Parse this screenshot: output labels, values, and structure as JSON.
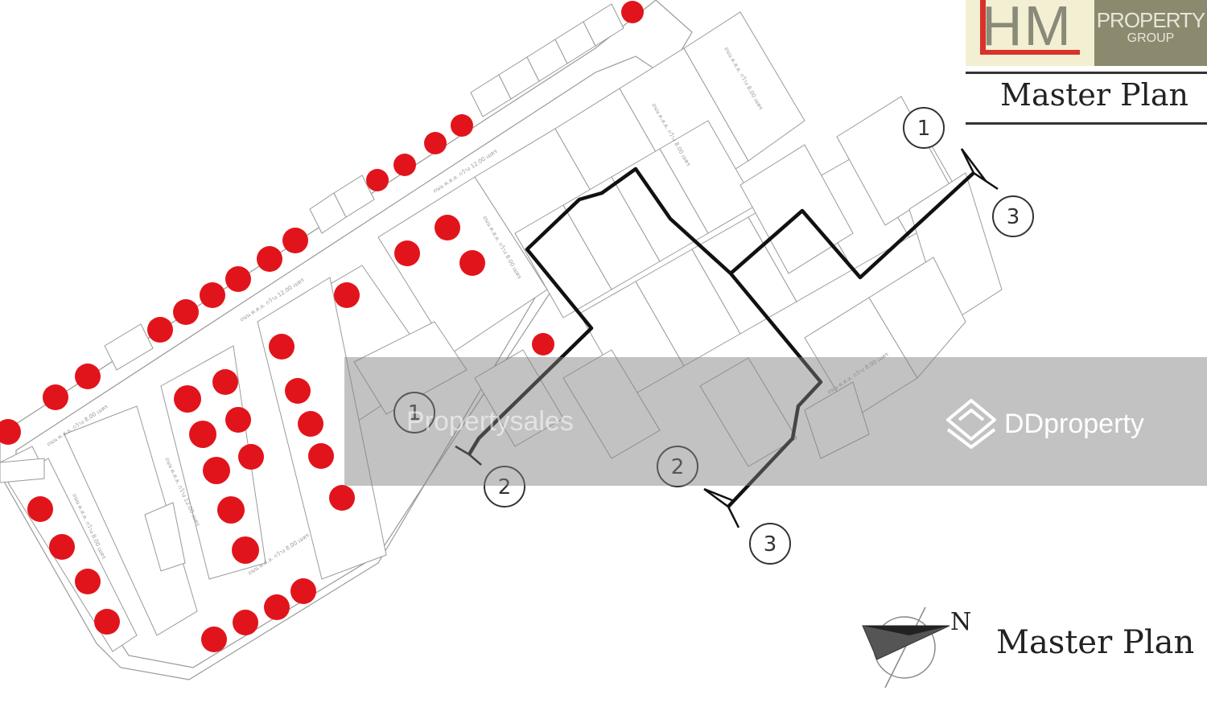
{
  "branding": {
    "logo_left": "HM",
    "logo_right_line1": "PROPERTY",
    "logo_right_line2": "GROUP",
    "header_title": "Master Plan",
    "footer_title": "Master Plan",
    "north_label": "N"
  },
  "watermark": {
    "left_text": "Propertysales",
    "brand_text": "DDproperty"
  },
  "section_markers": {
    "marker_1a": "1",
    "marker_1b": "1",
    "marker_2a": "2",
    "marker_2b": "2",
    "marker_3a": "3",
    "marker_3b": "3"
  },
  "colors": {
    "sold_dot": "#e2141b",
    "section_line": "#111111",
    "plot_outline": "#9a9a9a",
    "watermark_band": "#808080",
    "logo_red": "#d8322b",
    "logo_olive": "#8b8a6e"
  },
  "icons": {
    "compass": "north-compass-icon",
    "brand": "ddproperty-house-icon"
  }
}
